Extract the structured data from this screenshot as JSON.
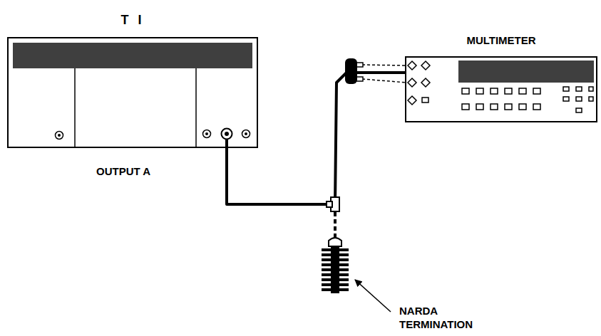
{
  "diagram": {
    "nodes": [
      {
        "text": [
          "T I"
        ]
      },
      {
        "text": [
          "MULTIMETER"
        ]
      }
    ],
    "edges": [
      {
        "from": 0,
        "to": 1,
        "arrow": "none"
      }
    ],
    "labels": [
      "OUTPUT A",
      "NARDA TERMINATION"
    ]
  }
}
